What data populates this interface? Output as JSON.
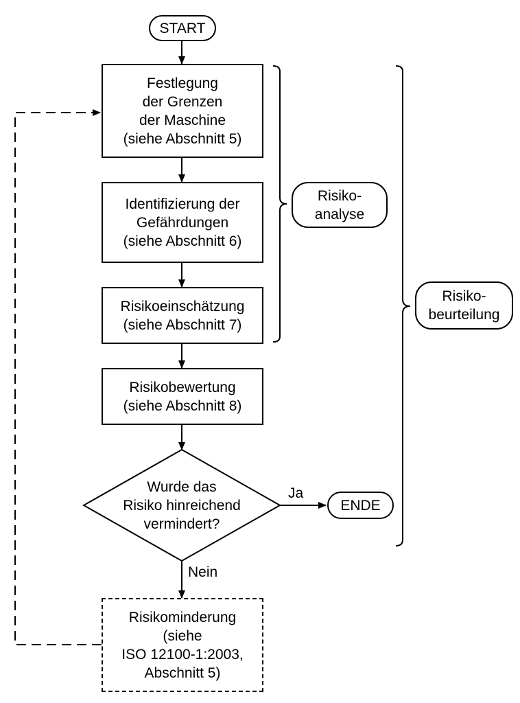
{
  "flowchart": {
    "start": "START",
    "steps": [
      [
        "Festlegung",
        "der Grenzen",
        "der Maschine",
        "(siehe Abschnitt 5)"
      ],
      [
        "Identifizierung der",
        "Gefährdungen",
        "(siehe Abschnitt 6)"
      ],
      [
        "Risikoeinschätzung",
        "(siehe Abschnitt 7)"
      ],
      [
        "Risikobewertung",
        "(siehe Abschnitt 8)"
      ]
    ],
    "decision": [
      "Wurde das",
      "Risiko hinreichend",
      "vermindert?"
    ],
    "yes_label": "Ja",
    "no_label": "Nein",
    "end": "ENDE",
    "reduction": [
      "Risikominderung",
      "(siehe",
      "ISO 12100-1:2003,",
      "Abschnitt 5)"
    ],
    "groups": {
      "analysis": [
        "Risiko-",
        "analyse"
      ],
      "assessment": [
        "Risiko-",
        "beurteilung"
      ]
    }
  }
}
